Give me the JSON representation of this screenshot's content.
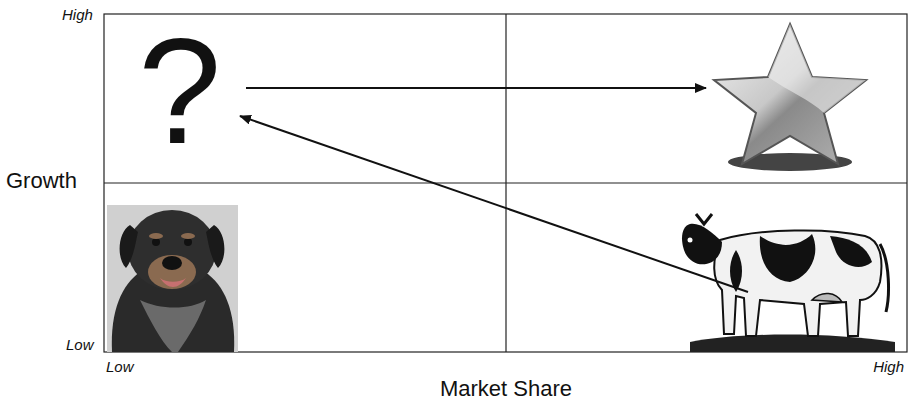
{
  "diagram": {
    "labels": [
      "High",
      "?",
      "Growth",
      "Low",
      "Low",
      "High",
      "Market Share"
    ]
  }
}
